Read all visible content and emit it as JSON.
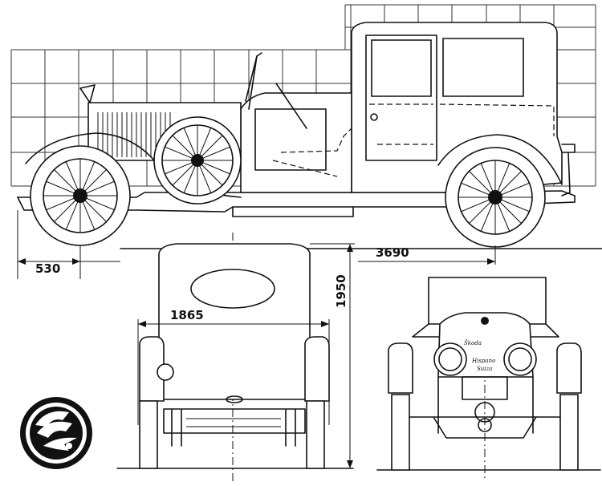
{
  "drawing": {
    "dimensions": {
      "front_overhang": "530",
      "wheelbase": "3690",
      "track_width": "1865",
      "height": "1950"
    },
    "badge_text": {
      "maker": "Škoda",
      "model_line1": "Hispano",
      "model_line2": "Suiza"
    },
    "logo_icon": "skoda-winged-arrow-logo-icon"
  }
}
